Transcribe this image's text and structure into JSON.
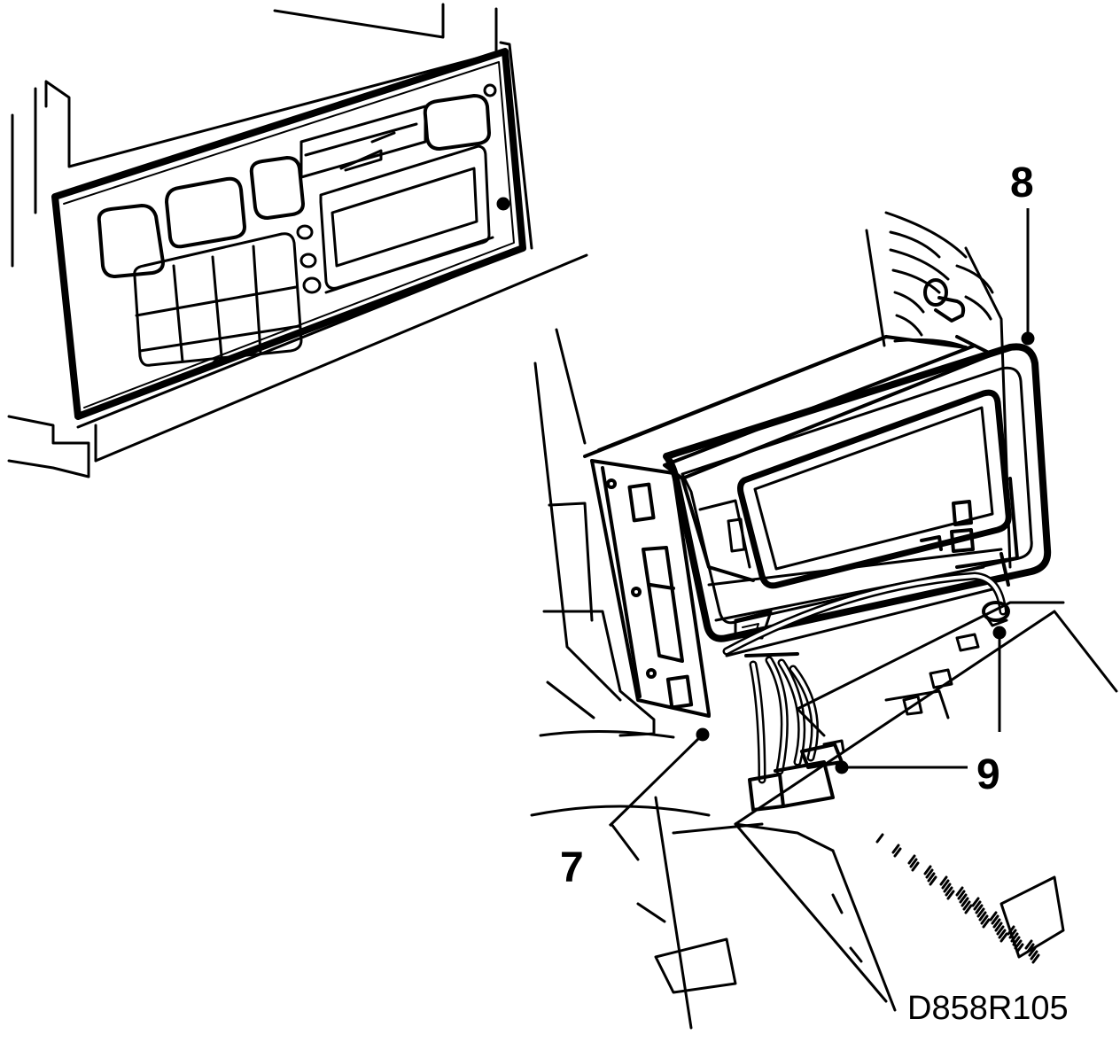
{
  "diagram": {
    "colors": {
      "ink": "#000000",
      "paper": "#ffffff"
    },
    "callouts": {
      "seven": "7",
      "eight": "8",
      "nine": "9"
    },
    "drawing_code": "D858R105"
  }
}
